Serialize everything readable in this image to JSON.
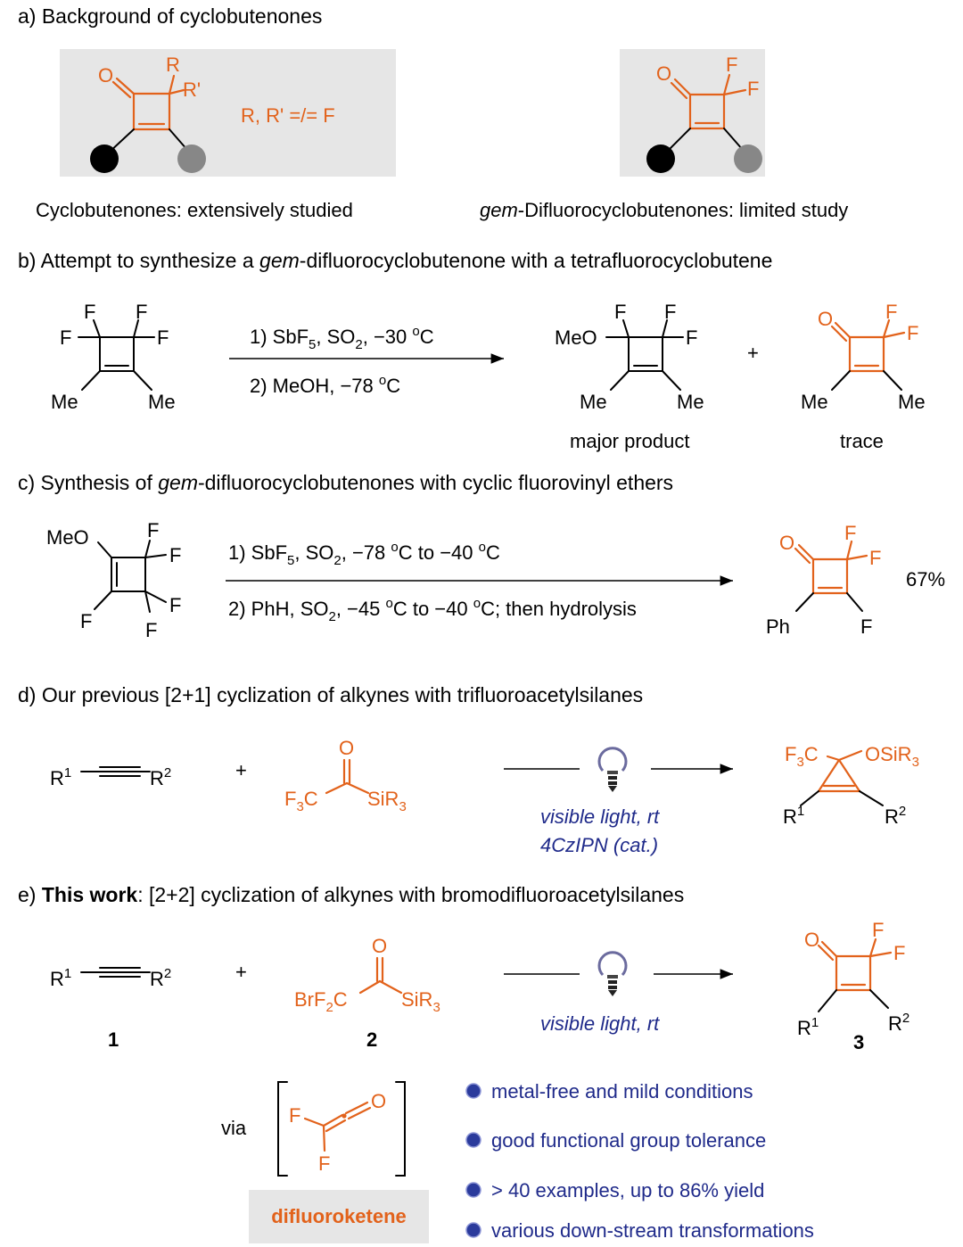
{
  "colors": {
    "accent": "#e2621b",
    "condition_blue": "#1f2a8a",
    "bullet": "#2b3b9c",
    "panel_gray": "#e6e6e6"
  },
  "section_a": {
    "header": "a) Background of cyclobutenones",
    "r_label": "R",
    "rprime_label": "R'",
    "o_label": "O",
    "not_f": "R, R' =/= F",
    "f_label": "F",
    "caption_left": "Cyclobutenones: extensively studied",
    "caption_right_italic": "gem",
    "caption_right_rest": "-Difluorocyclobutenones: limited study"
  },
  "section_b": {
    "header_pre": "b) Attempt to synthesize a ",
    "header_italic": "gem",
    "header_post": "-difluorocyclobutenone with a tetrafluorocyclobutene",
    "me": "Me",
    "meo": "MeO",
    "cond1": "1) SbF5, SO2, −30 °C",
    "cond2": "2) MeOH, −78 °C",
    "plus": "+",
    "major": "major product",
    "trace": "trace"
  },
  "section_c": {
    "header_pre": "c) Synthesis of ",
    "header_italic": "gem",
    "header_post": "-difluorocyclobutenones with cyclic fluorovinyl ethers",
    "cond1": "1) SbF5, SO2, −78 °C  to −40 °C",
    "cond2": "2) PhH, SO2, −45 °C  to −40 °C; then hydrolysis",
    "ph": "Ph",
    "yield": "67%"
  },
  "section_d": {
    "header": "d) Our previous [2+1] cyclization of alkynes with trifluoroacetylsilanes",
    "r1": "R1",
    "r2": "R2",
    "cf3": "F3C",
    "sir3": "SiR3",
    "osir3": "OSiR3",
    "cond1": "visible light, rt",
    "cond2": "4CzIPN (cat.)"
  },
  "section_e": {
    "header_pre": "e) ",
    "header_bold": "This work",
    "header_post": ": [2+2] cyclization of alkynes with bromodifluoroacetylsilanes",
    "brf2c": "BrF2C",
    "cond": "visible light, rt",
    "num1": "1",
    "num2": "2",
    "num3": "3",
    "via": "via",
    "difluoroketene": "difluoroketene",
    "bullets": [
      "metal-free and mild conditions",
      "good functional group tolerance",
      "> 40 examples, up to 86% yield",
      "various down-stream transformations"
    ]
  }
}
